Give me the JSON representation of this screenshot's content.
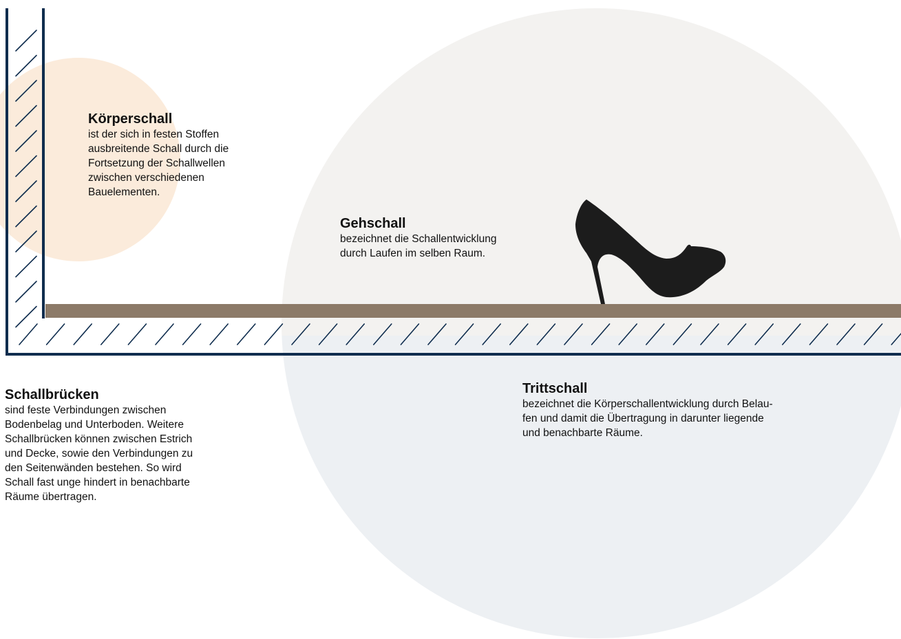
{
  "colors": {
    "background": "#ffffff",
    "large_circle_top": "#f3f2f0",
    "large_circle_bottom": "#edf0f3",
    "small_circle": "#fbebdb",
    "wall_and_floor_line": "#0f2d4e",
    "hatch": "#0f2d4e",
    "floor_covering": "#8c7a68",
    "shoe": "#1c1c1c"
  },
  "icons": {
    "shoe": "high-heel-shoe-icon"
  },
  "koerperschall": {
    "title": "Körperschall",
    "text": "ist der sich in festen Stoffen\nausbreitende Schall durch die\nFortsetzung der Schallwellen\nzwischen verschiedenen\nBauelementen."
  },
  "gehschall": {
    "title": "Gehschall",
    "text": "bezeichnet die Schallentwicklung\ndurch Laufen im selben Raum."
  },
  "schallbruecken": {
    "title": "Schallbrücken",
    "text": "sind feste Verbindungen zwischen\nBodenbelag und Unterboden. Weitere\nSchallbrücken können zwischen Estrich\nund Decke, sowie den Verbindungen zu\nden Seitenwänden bestehen. So wird\nSchall fast unge hindert in benachbarte\nRäume übertragen."
  },
  "trittschall": {
    "title": "Trittschall",
    "text": "bezeichnet die Körperschallentwicklung durch Belau-\nfen und damit die Übertragung in darunter liegende\nund benachbarte Räume."
  }
}
